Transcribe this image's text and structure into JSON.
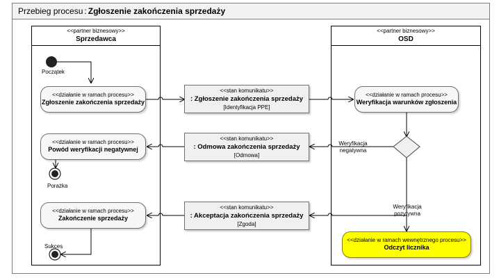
{
  "title": {
    "prefix": "Przebieg procesu",
    "separator": ":",
    "name": "Zgłoszenie zakończenia sprzedaży"
  },
  "lanes": [
    {
      "stereotype": "<<partner biznesowy>>",
      "name": "Sprzedawca"
    },
    {
      "stereotype": "<<partner biznesowy>>",
      "name": "OSD"
    }
  ],
  "actions": {
    "zgloszenie": {
      "stereotype": "<<działanie w ramach procesu>>",
      "name": "Zgłoszenie zakończenia sprzedaży"
    },
    "powod": {
      "stereotype": "<<działanie w ramach procesu>>",
      "name": "Powód weryfikacji negatywnej"
    },
    "zakonczenie": {
      "stereotype": "<<działanie w ramach procesu>>",
      "name": "Zakończenie sprzedaży"
    },
    "weryfikacja": {
      "stereotype": "<<działanie w ramach procesu>>",
      "name": "Weryfikacja warunków zgłoszenia"
    },
    "odczyt": {
      "stereotype": "<<działanie w ramach wewnętrznego procesu>>",
      "name": "Odczyt licznika"
    }
  },
  "messages": {
    "zgloszenie": {
      "stereotype": "<<stan komunikatu>>",
      "name": ": Zgłoszenie zakończenia sprzedaży",
      "state": "[Identyfikacja PPE]"
    },
    "odmowa": {
      "stereotype": "<<stan komunikatu>>",
      "name": ": Odmowa zakończenia sprzedaży",
      "state": "[Odmowa]"
    },
    "akceptacja": {
      "stereotype": "<<stan komunikatu>>",
      "name": ": Akceptacja zakończenia sprzedaży",
      "state": "[Zgoda]"
    }
  },
  "nodes": {
    "start": "Początek",
    "fail": "Porażka",
    "success": "Sukces"
  },
  "guards": {
    "negative": [
      "Weryfikacja",
      "negatywna"
    ],
    "positive": [
      "Weryfikacja",
      "pozytywna"
    ]
  }
}
